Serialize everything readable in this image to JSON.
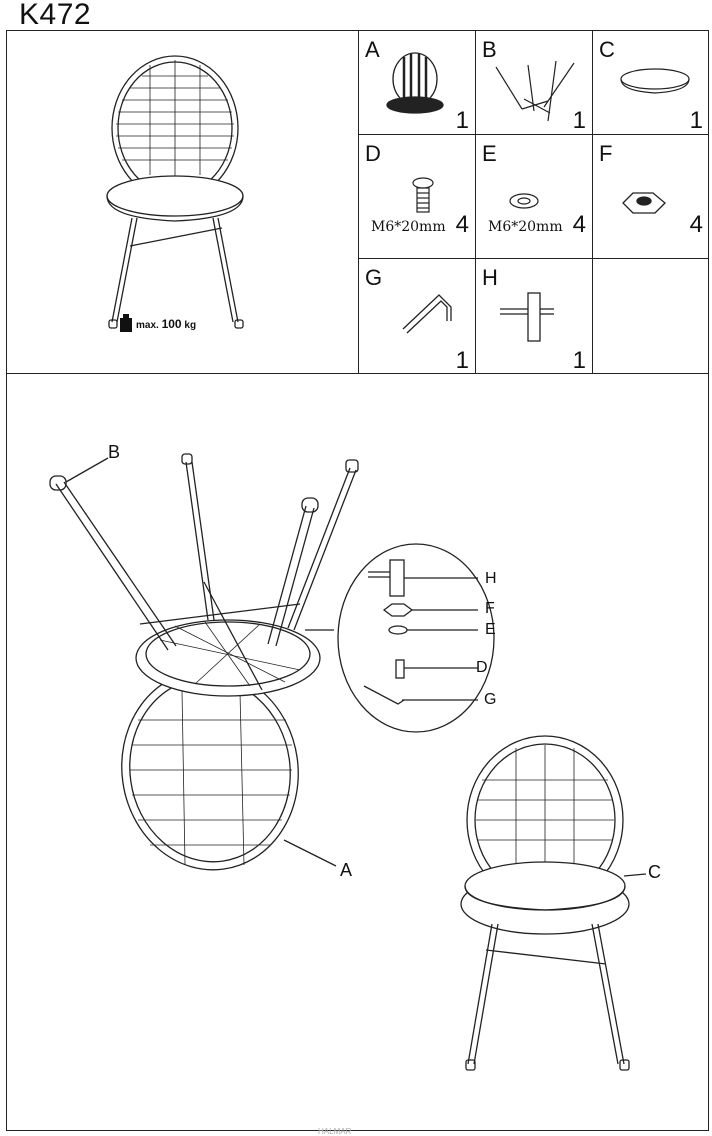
{
  "model_code": "K472",
  "weight_label": {
    "prefix": "max.",
    "value": "100",
    "unit": "kg"
  },
  "parts": [
    {
      "letter": "A",
      "qty": "1",
      "spec": ""
    },
    {
      "letter": "B",
      "qty": "1",
      "spec": ""
    },
    {
      "letter": "C",
      "qty": "1",
      "spec": ""
    },
    {
      "letter": "D",
      "qty": "4",
      "spec": "M6*20mm"
    },
    {
      "letter": "E",
      "qty": "4",
      "spec": "M6*20mm"
    },
    {
      "letter": "F",
      "qty": "4",
      "spec": ""
    },
    {
      "letter": "G",
      "qty": "1",
      "spec": ""
    },
    {
      "letter": "H",
      "qty": "1",
      "spec": ""
    }
  ],
  "callouts": {
    "b": "B",
    "a": "A",
    "c": "C",
    "h": "H",
    "f": "F",
    "e": "E",
    "d": "D",
    "g": "G"
  },
  "footer": "HALMAR"
}
